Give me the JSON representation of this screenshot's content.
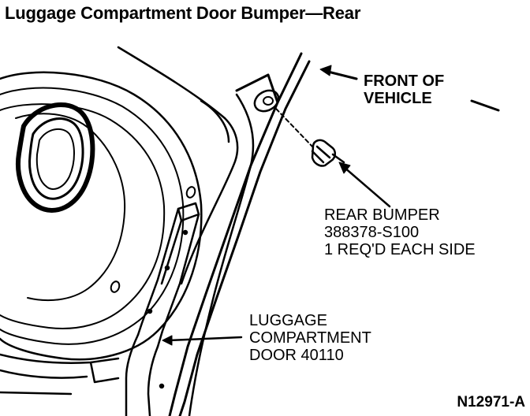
{
  "title": "Luggage Compartment Door Bumper—Rear",
  "labels": {
    "front": {
      "line1": "FRONT OF",
      "line2": "VEHICLE"
    },
    "bumper": {
      "line1": "REAR BUMPER",
      "line2": "388378-S100",
      "line3": "1 REQ'D EACH SIDE"
    },
    "door": {
      "line1": "LUGGAGE",
      "line2": "COMPARTMENT",
      "line3": "DOOR 40110"
    }
  },
  "figure_id": "N12971-A",
  "colors": {
    "ink": "#000000",
    "paper": "#ffffff"
  }
}
